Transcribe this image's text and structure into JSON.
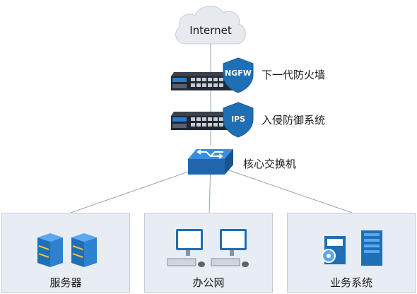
{
  "internet": {
    "label": "Internet"
  },
  "devices": {
    "firewall": {
      "badge": "NGFW",
      "label": "下一代防火墙"
    },
    "ips": {
      "badge": "IPS",
      "label": "入侵防御系统"
    },
    "core_switch": {
      "label": "核心交换机"
    }
  },
  "zones": [
    {
      "label": "服务器"
    },
    {
      "label": "办公网"
    },
    {
      "label": "业务系统"
    }
  ],
  "colors": {
    "shield": "#1f6fb5",
    "zone_bg": "#e8ecf3",
    "zone_border": "#c5ccd8",
    "device_dark": "#222831",
    "accent_blue": "#2a7ccf"
  }
}
